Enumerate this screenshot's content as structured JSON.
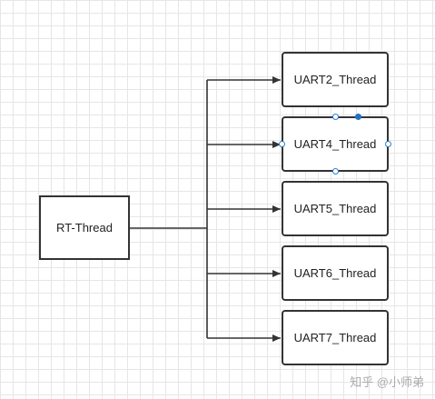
{
  "diagram": {
    "source": {
      "label": "RT-Thread"
    },
    "targets": [
      {
        "label": "UART2_Thread"
      },
      {
        "label": "UART4_Thread"
      },
      {
        "label": "UART5_Thread"
      },
      {
        "label": "UART6_Thread"
      },
      {
        "label": "UART7_Thread"
      }
    ],
    "selected_target_index": 1,
    "colors": {
      "line": "#333333",
      "handle": "#2a7fd4",
      "grid": "#e6e6e6"
    }
  },
  "watermark": {
    "text": "知乎 @小师弟"
  }
}
